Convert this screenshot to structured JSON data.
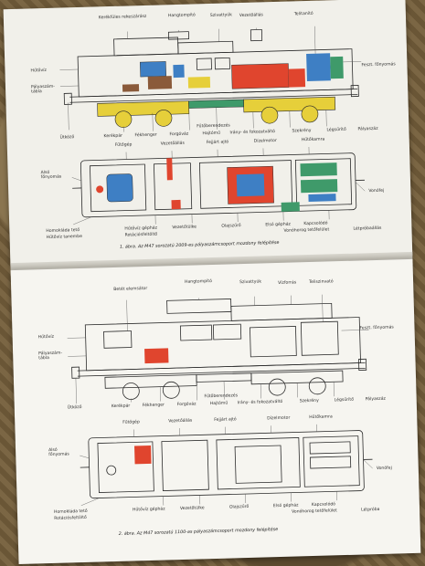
{
  "top_page": {
    "caption": "1. ábra. Az M47 sorozatú 2009-es pályaszámcsoport mozdony felépítése",
    "labels": {
      "t1": "Kerékfüles rekeszárász",
      "t2": "Hangtompító",
      "t3": "Szivattyúk",
      "t4": "Vezetőállás",
      "t5": "Telitanító",
      "t6": "Feszt. főnyomás",
      "t7": "Hűtővíz",
      "t8": "Pályaszám-tábla",
      "b1": "Ütköző",
      "b2": "Kerékpár",
      "b3": "Fékhenger",
      "b4": "Forgóváz",
      "b5": "Fűtőberendezés",
      "b6": "Hajtómű",
      "b7": "Irány- és fokozatváltó",
      "b8": "Szekrény",
      "b9": "Légsűrítő",
      "b10": "Pályaszáz",
      "p1": "Fűtőgép",
      "p2": "Vezetőállás",
      "p3": "Fejjárt ajtó",
      "p4": "Dízelmotor",
      "p5": "Hűtőkamra",
      "s1": "Alsó főnyomás",
      "s2": "Vonófej",
      "q1": "Homokláda tető",
      "q2": "Hűtővíz tanembe",
      "q3": "Hűtővíz gépház",
      "q4": "Rotációsfeltöltő",
      "q5": "Vezetőtülke",
      "q6": "Olajszűrő",
      "q7": "Elsó gépház",
      "q8": "Kapcsolódó",
      "q9": "Vonóhorog tetőfelület",
      "q10": "Létpróbaállás"
    }
  },
  "bottom_page": {
    "caption": "2. ábra. Az M47 sorozatú 1100-as pályaszámcsoport mozdony felépítése",
    "labels": {
      "t1": "Betét elemsátor",
      "t2": "Hangtompító",
      "t3": "Szivattyúk",
      "t4": "Vízforrás",
      "t5": "Teliszinvató",
      "t6": "Feszt. főnyomás",
      "t7": "Hűtővíz",
      "t8": "Pályaszám-tábla",
      "b1": "Ütköző",
      "b2": "Kerékpár",
      "b3": "Fékhenger",
      "b4": "Forgóváz",
      "b5": "Fűtőberendezés",
      "b6": "Hajtómű",
      "b7": "Irány- és fokozatváltó",
      "b8": "Szekrény",
      "b9": "Légsűrítő",
      "b10": "Pályaszáz",
      "p1": "Fűtőgép",
      "p2": "Vezetőállás",
      "p3": "Fejjárt ajtó",
      "p4": "Dízelmotor",
      "p5": "Hűtőkamra",
      "s1": "Alsó főnyomás",
      "s2": "Vonófej",
      "q1": "Homokláda tető",
      "q2": "Rotációsfeltöltő",
      "q3": "Hűtővíz gépház",
      "q4": "Vezetőtülke",
      "q5": "Olajszűrő",
      "q6": "Elsó gépház",
      "q7": "Kapcsolódó",
      "q8": "Vonóhorog tetőfelület",
      "q9": "Létpróba"
    }
  },
  "colors": {
    "blue": "#3e7fc4",
    "red": "#e0452e",
    "yellow": "#e6cf3a",
    "green": "#3f9a6a",
    "brown": "#8a5a3a",
    "line": "#2b2b2b"
  }
}
